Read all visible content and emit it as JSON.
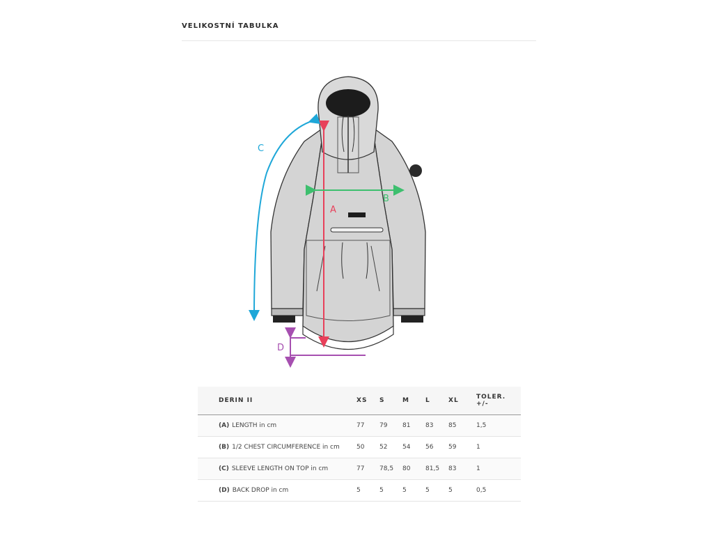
{
  "section_title": "VELIKOSTNÍ TABULKA",
  "diagram": {
    "label_a": "A",
    "label_b": "B",
    "label_c": "C",
    "label_d": "D",
    "colors": {
      "a": "#e8405a",
      "b": "#3dbf6e",
      "c": "#1ea7d8",
      "d": "#a64fb0",
      "jacket": "#d4d4d4",
      "outline": "#333333"
    }
  },
  "table": {
    "header": [
      "DERIN II",
      "XS",
      "S",
      "M",
      "L",
      "XL",
      "TOLER. +/-"
    ],
    "rows": [
      {
        "code": "(A)",
        "label": "LENGTH in cm",
        "values": [
          "77",
          "79",
          "81",
          "83",
          "85"
        ],
        "tol": "1,5"
      },
      {
        "code": "(B)",
        "label": "1/2 CHEST CIRCUMFERENCE in cm",
        "values": [
          "50",
          "52",
          "54",
          "56",
          "59"
        ],
        "tol": "1"
      },
      {
        "code": "(C)",
        "label": "SLEEVE LENGTH ON TOP in cm",
        "values": [
          "77",
          "78,5",
          "80",
          "81,5",
          "83"
        ],
        "tol": "1"
      },
      {
        "code": "(D)",
        "label": "BACK DROP in cm",
        "values": [
          "5",
          "5",
          "5",
          "5",
          "5"
        ],
        "tol": "0,5"
      }
    ]
  }
}
